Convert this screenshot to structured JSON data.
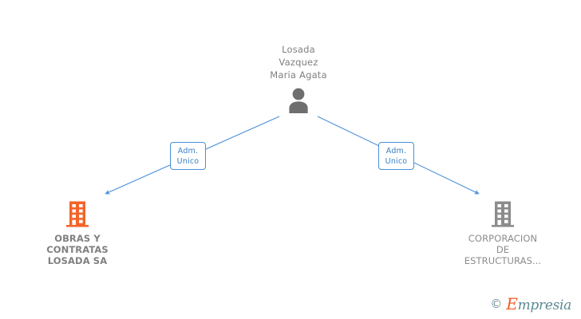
{
  "graph": {
    "title_person": "Losada\nVazquez\nMaria Agata",
    "person_icon": "person-silhouette-icon",
    "nodes": [
      {
        "id": "person",
        "type": "person",
        "label": "Losada\nVazquez\nMaria Agata",
        "color": "#6e6e6e"
      },
      {
        "id": "company-left",
        "type": "company",
        "label": "OBRAS Y\nCONTRATAS\nLOSADA SA",
        "icon": "building-icon",
        "color": "#f4642a",
        "emphasis": "primary"
      },
      {
        "id": "company-right",
        "type": "company",
        "label": "CORPORACION\nDE\nESTRUCTURAS...",
        "icon": "building-icon",
        "color": "#8c8c8c",
        "emphasis": "secondary"
      }
    ],
    "edges": [
      {
        "id": "edge-left",
        "from": "person",
        "to": "company-left",
        "label": "Adm.\nUnico",
        "color": "#4a90d9"
      },
      {
        "id": "edge-right",
        "from": "person",
        "to": "company-right",
        "label": "Adm.\nUnico",
        "color": "#4a90d9"
      }
    ]
  },
  "watermark": {
    "copyright": "©",
    "initial": "E",
    "brand_rest": "mpresia",
    "brand_full": "Empresia",
    "initial_color": "#f15a24",
    "text_color": "#5b8a93"
  }
}
